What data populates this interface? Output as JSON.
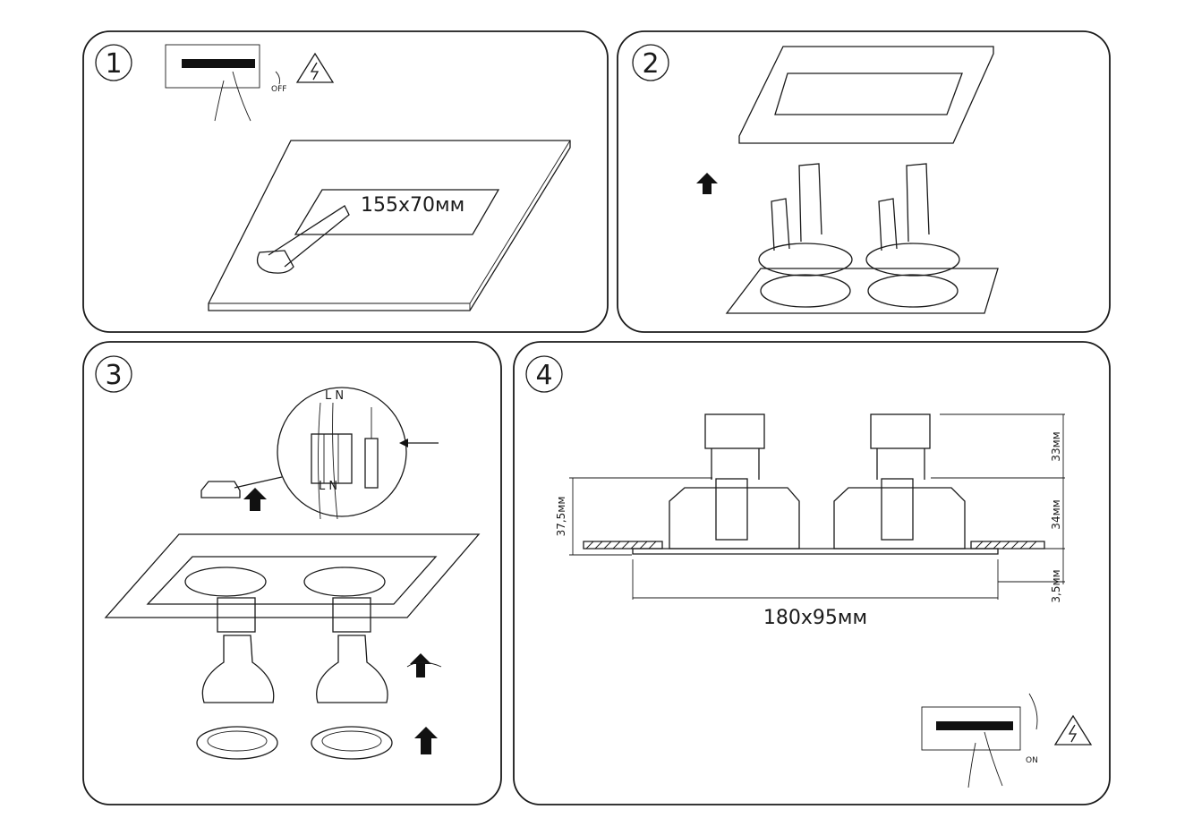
{
  "steps": [
    {
      "number": "1",
      "switch_label": "OFF",
      "cutout_label": "155x70мм"
    },
    {
      "number": "2"
    },
    {
      "number": "3",
      "wire_labels_top": "L N",
      "wire_labels_bottom": "L N"
    },
    {
      "number": "4",
      "overall_size": "180x95мм",
      "height_total": "37,5мм",
      "height_top": "33мм",
      "height_mid": "34мм",
      "height_bottom": "3,5мм",
      "switch_label": "ON"
    }
  ]
}
